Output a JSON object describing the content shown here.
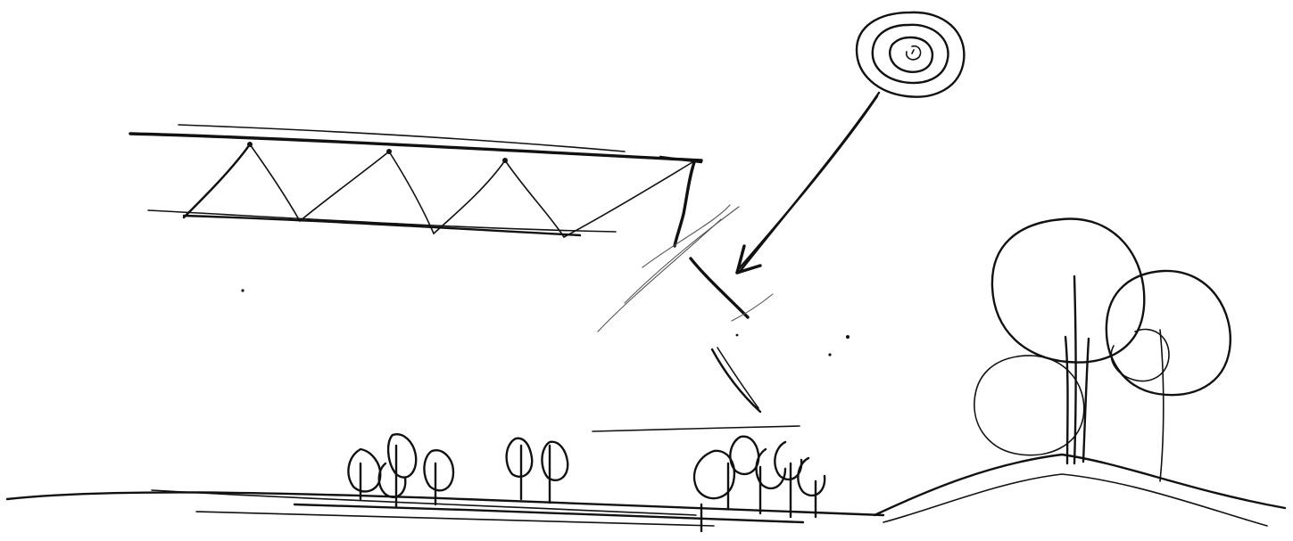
{
  "drawing": {
    "kind": "hand-drawn ink sketch",
    "ink_color": "#111111",
    "paper_color": "#ffffff",
    "elements": [
      "sun-icon",
      "sun-ray-arrow",
      "cantilever-truss-roof",
      "reflected-light-strokes",
      "ground-line",
      "hill",
      "large-tree-group",
      "shrub-clusters"
    ]
  }
}
